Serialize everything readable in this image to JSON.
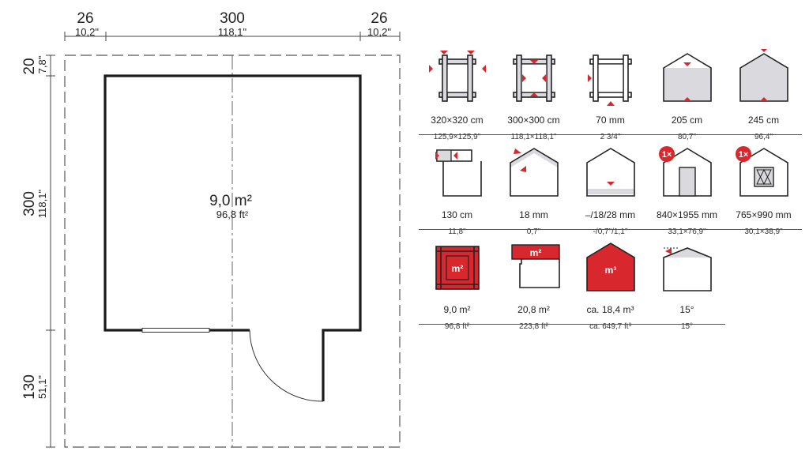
{
  "plan": {
    "top_dims": [
      {
        "cm": "26",
        "in": "10,2\""
      },
      {
        "cm": "300",
        "in": "118,1\""
      },
      {
        "cm": "26",
        "in": "10,2\""
      }
    ],
    "left_dims": [
      {
        "cm": "20",
        "in": "7,8\""
      },
      {
        "cm": "300",
        "in": "118,1\""
      },
      {
        "cm": "130",
        "in": "51,1\""
      }
    ],
    "area": {
      "metric": "9,0 m²",
      "imperial": "96,8 ft²"
    }
  },
  "colors": {
    "accent": "#d9272e",
    "fill_gray": "#d9d9de",
    "line": "#1a1a1a"
  },
  "specs": {
    "rows": [
      [
        {
          "icon": "outer-footprint-icon",
          "main": "320×320 cm",
          "sub": "125,9×125,9\""
        },
        {
          "icon": "inner-footprint-icon",
          "main": "300×300 cm",
          "sub": "118,1×118,1\""
        },
        {
          "icon": "wall-thickness-icon",
          "main": "70 mm",
          "sub": "2  3/4\""
        },
        {
          "icon": "side-wall-height-icon",
          "main": "205 cm",
          "sub": "80,7\""
        },
        {
          "icon": "ridge-height-icon",
          "main": "245 cm",
          "sub": "96,4\""
        }
      ],
      [
        {
          "icon": "roof-overhang-icon",
          "main": "130 cm",
          "sub": "11,8\""
        },
        {
          "icon": "roof-board-thickness-icon",
          "main": "18 mm",
          "sub": "0,7\""
        },
        {
          "icon": "floor-thickness-icon",
          "main": "–/18/28 mm",
          "sub": "-/0,7\"/1,1\""
        },
        {
          "icon": "door-size-icon",
          "badge": "1×",
          "main": "840×1955 mm",
          "sub": "33,1×76,9\""
        },
        {
          "icon": "window-size-icon",
          "badge": "1×",
          "main": "765×990 mm",
          "sub": "30,1×38,9\""
        }
      ],
      [
        {
          "icon": "floor-area-icon",
          "label": "m²",
          "main": "9,0 m²",
          "sub": "96,8 ft²"
        },
        {
          "icon": "roof-area-icon",
          "label": "m²",
          "main": "20,8 m²",
          "sub": "223,8 ft²"
        },
        {
          "icon": "volume-icon",
          "label": "m³",
          "main": "ca. 18,4 m³",
          "sub": "ca. 649,7 ft³"
        },
        {
          "icon": "roof-pitch-icon",
          "main": "15°",
          "sub": "15°"
        }
      ]
    ]
  }
}
